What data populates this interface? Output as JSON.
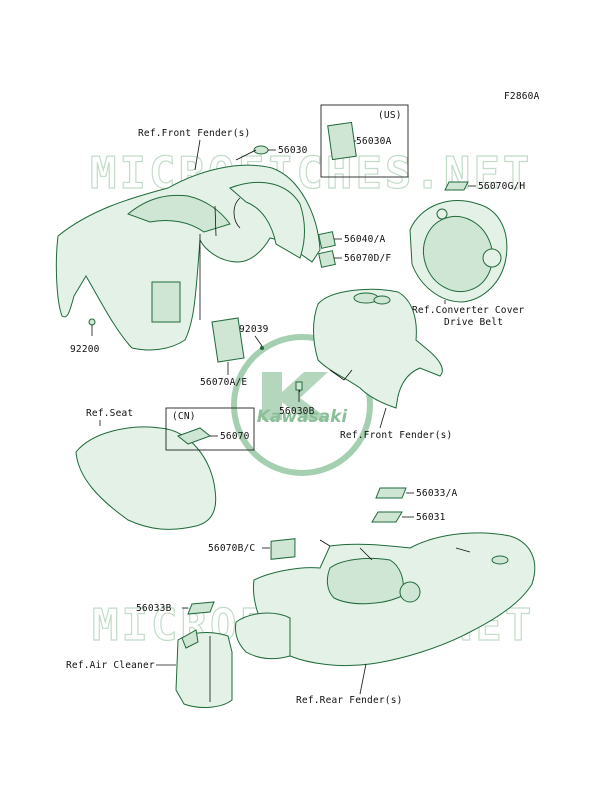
{
  "figure_code": "F2860A",
  "watermark": {
    "text": "MICROFICHES.NET",
    "logo_text": "Kawasaki",
    "color": "#9ccaa9"
  },
  "parts": [
    {
      "id": "56030",
      "label": "56030"
    },
    {
      "id": "56030a",
      "label": "56030A"
    },
    {
      "id": "56070gh",
      "label": "56070G/H"
    },
    {
      "id": "56040a",
      "label": "56040/A"
    },
    {
      "id": "56070df",
      "label": "56070D/F"
    },
    {
      "id": "92039",
      "label": "92039"
    },
    {
      "id": "92200",
      "label": "92200"
    },
    {
      "id": "56070ae",
      "label": "56070A/E"
    },
    {
      "id": "56030b",
      "label": "56030B"
    },
    {
      "id": "56070",
      "label": "56070"
    },
    {
      "id": "56033a",
      "label": "56033/A"
    },
    {
      "id": "56031",
      "label": "56031"
    },
    {
      "id": "56070bc",
      "label": "56070B/C"
    },
    {
      "id": "56033b",
      "label": "56033B"
    }
  ],
  "references": {
    "front_fender_top": "Ref.Front Fender(s)",
    "front_fender_mid": "Ref.Front Fender(s)",
    "converter_cover": "Ref.Converter Cover",
    "drive_belt": "Drive Belt",
    "seat": "Ref.Seat",
    "air_cleaner": "Ref.Air Cleaner",
    "rear_fender": "Ref.Rear Fender(s)"
  },
  "region_tags": {
    "us": "(US)",
    "cn": "(CN)"
  },
  "colors": {
    "part_fill": "#e4f1e6",
    "part_stroke": "#1f6a3a",
    "text": "#111111"
  }
}
